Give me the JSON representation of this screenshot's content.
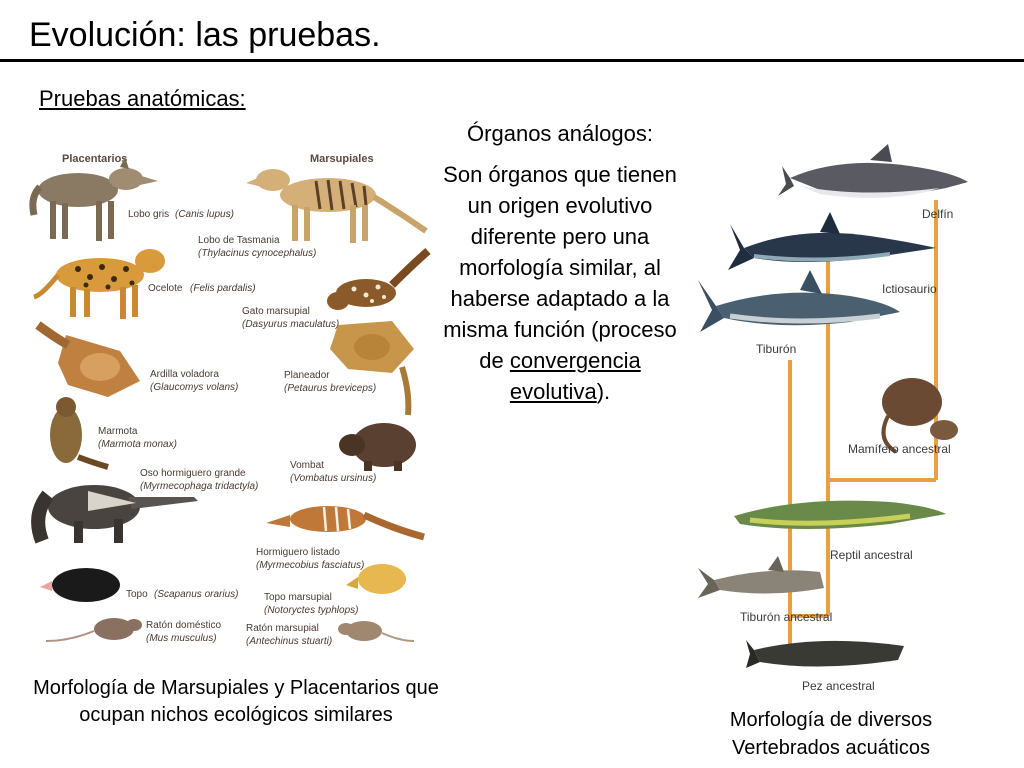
{
  "title": "Evolución: las pruebas.",
  "subtitle": "Pruebas anatómicas:",
  "center": {
    "heading": "Órganos análogos:",
    "body_before": "Son órganos que tienen un origen evolutivo diferente pero una morfología similar, al haberse adaptado a la misma función (proceso de ",
    "body_link": "convergencia evolutiva",
    "body_after": ")."
  },
  "left_figure": {
    "group_left": "Placentarios",
    "group_right": "Marsupiales",
    "animals_left": [
      {
        "name": "Lobo gris",
        "sci": "(Canis lupus)"
      },
      {
        "name": "Ocelote",
        "sci": "(Felis pardalis)"
      },
      {
        "name": "Ardilla voladora",
        "sci": "(Glaucomys volans)"
      },
      {
        "name": "Marmota",
        "sci": "(Marmota monax)"
      },
      {
        "name": "Oso hormiguero grande",
        "sci": "(Myrmecophaga tridactyla)"
      },
      {
        "name": "Topo",
        "sci": "(Scapanus orarius)"
      },
      {
        "name": "Ratón doméstico",
        "sci": "(Mus musculus)"
      }
    ],
    "animals_right": [
      {
        "name": "Lobo de Tasmania",
        "sci": "(Thylacinus cynocephalus)"
      },
      {
        "name": "Gato marsupial",
        "sci": "(Dasyurus maculatus)"
      },
      {
        "name": "Planeador",
        "sci": "(Petaurus breviceps)"
      },
      {
        "name": "Vombat",
        "sci": "(Vombatus ursinus)"
      },
      {
        "name": "Hormiguero listado",
        "sci": "(Myrmecobius fasciatus)"
      },
      {
        "name": "Topo marsupial",
        "sci": "(Notoryctes typhlops)"
      },
      {
        "name": "Ratón marsupial",
        "sci": "(Antechinus stuarti)"
      }
    ],
    "caption": "Morfología de Marsupiales y Placentarios que ocupan nichos ecológicos similares"
  },
  "right_figure": {
    "labels": {
      "dolphin": "Delfín",
      "ichthyosaur": "Ictiosaurio",
      "shark": "Tiburón",
      "mammal": "Mamífero ancestral",
      "reptile": "Reptil ancestral",
      "ancestral_shark": "Tiburón ancestral",
      "fish": "Pez ancestral"
    },
    "caption": "Morfología de diversos Vertebrados acuáticos"
  },
  "colors": {
    "tree_lines": "#e8a040",
    "text": "#000000"
  }
}
